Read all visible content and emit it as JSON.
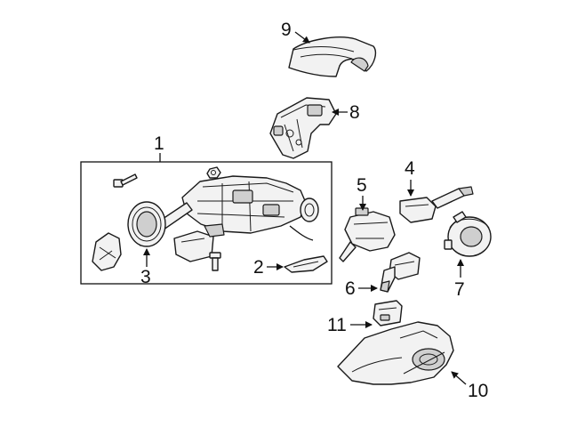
{
  "callouts": {
    "c1": "1",
    "c2": "2",
    "c3": "3",
    "c4": "4",
    "c5": "5",
    "c6": "6",
    "c7": "7",
    "c8": "8",
    "c9": "9",
    "c10": "10",
    "c11": "11"
  },
  "colors": {
    "ink": "#111111",
    "part_fill": "#f2f2f2",
    "part_shade": "#cfcfcf",
    "background": "#ffffff"
  }
}
